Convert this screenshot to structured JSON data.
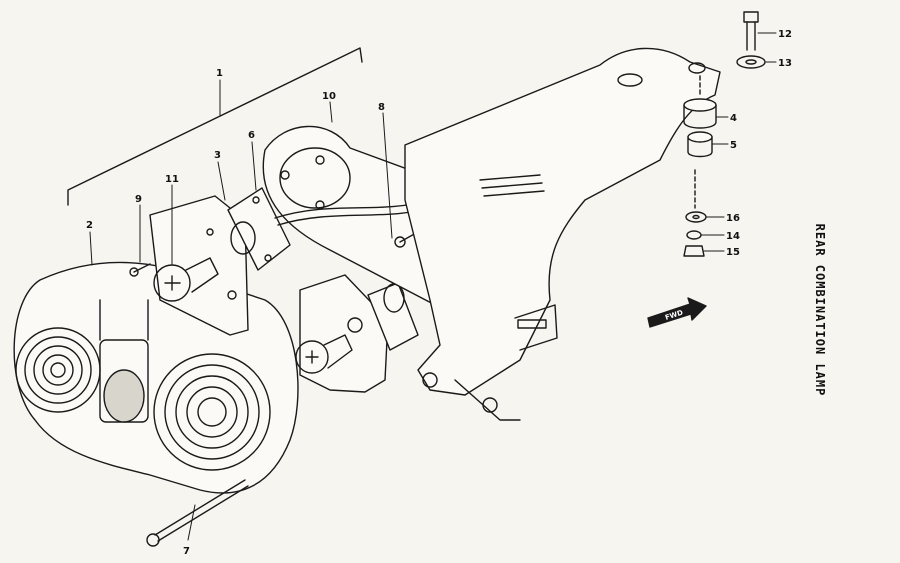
{
  "title": "REAR COMBINATION LAMP",
  "fwd_label": "FWD",
  "callouts": {
    "n1": "1",
    "n2": "2",
    "n3": "3",
    "n4": "4",
    "n5": "5",
    "n6": "6",
    "n7": "7",
    "n8": "8",
    "n9": "9",
    "n10": "10",
    "n11": "11",
    "n12": "12",
    "n13": "13",
    "n14": "14",
    "n15": "15",
    "n16": "16"
  },
  "colors": {
    "line": "#1a1a1a",
    "paper": "#f7f5ef"
  }
}
